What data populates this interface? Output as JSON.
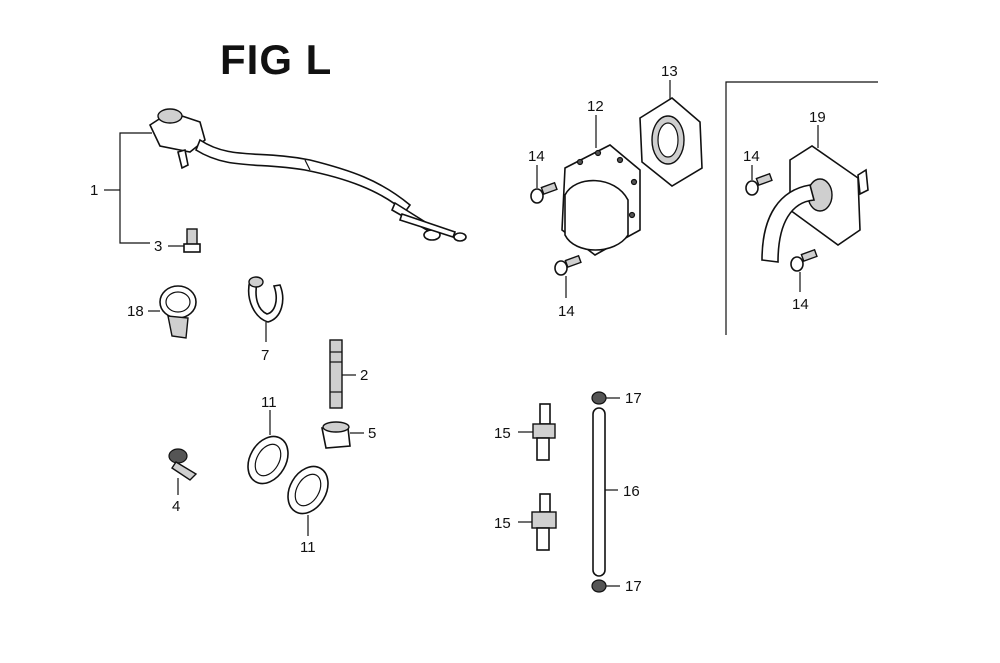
{
  "figure": {
    "title": "FIG L"
  },
  "callouts": [
    {
      "id": "c1",
      "label": "1"
    },
    {
      "id": "c3",
      "label": "3"
    },
    {
      "id": "c18",
      "label": "18"
    },
    {
      "id": "c7",
      "label": "7"
    },
    {
      "id": "c2",
      "label": "2"
    },
    {
      "id": "c5",
      "label": "5"
    },
    {
      "id": "c4",
      "label": "4"
    },
    {
      "id": "c11a",
      "label": "11"
    },
    {
      "id": "c11b",
      "label": "11"
    },
    {
      "id": "c12",
      "label": "12"
    },
    {
      "id": "c13",
      "label": "13"
    },
    {
      "id": "c14a",
      "label": "14"
    },
    {
      "id": "c14b",
      "label": "14"
    },
    {
      "id": "c14c",
      "label": "14"
    },
    {
      "id": "c14d",
      "label": "14"
    },
    {
      "id": "c19",
      "label": "19"
    },
    {
      "id": "c15a",
      "label": "15"
    },
    {
      "id": "c15b",
      "label": "15"
    },
    {
      "id": "c16",
      "label": "16"
    },
    {
      "id": "c17a",
      "label": "17"
    },
    {
      "id": "c17b",
      "label": "17"
    }
  ]
}
